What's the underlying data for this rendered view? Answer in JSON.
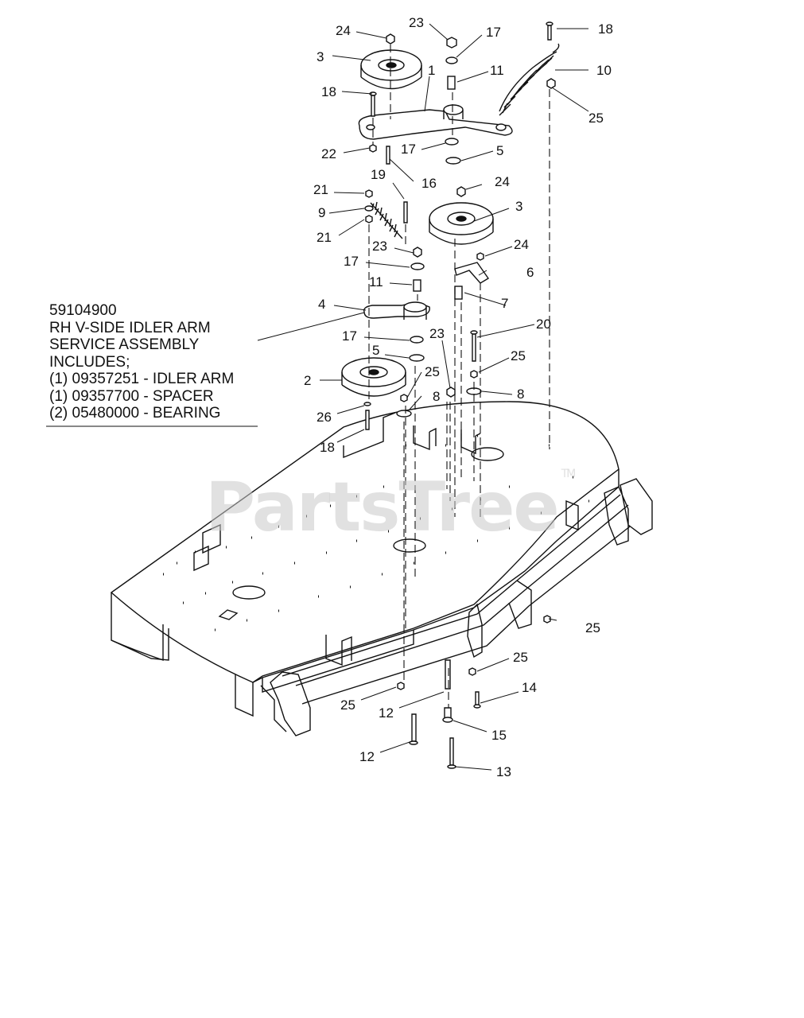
{
  "watermark": {
    "text": "PartsTree",
    "tm": "TM"
  },
  "note": {
    "part_number": "59104900",
    "lines": [
      "RH V-SIDE IDLER ARM",
      "SERVICE ASSEMBLY",
      "INCLUDES;",
      "(1) 09357251 - IDLER ARM",
      "(1) 09357700 - SPACER",
      "(2) 05480000 - BEARING"
    ]
  },
  "callouts": {
    "c24a": "24",
    "c23a": "23",
    "c17a": "17",
    "c18a": "18",
    "c3a": "3",
    "c1": "1",
    "c11a": "11",
    "c10": "10",
    "c18b": "18",
    "c25a": "25",
    "c22": "22",
    "c17b": "17",
    "c5a": "5",
    "c19": "19",
    "c16": "16",
    "c21a": "21",
    "c24b": "24",
    "c9": "9",
    "c3b": "3",
    "c21b": "21",
    "c23b": "23",
    "c24c": "24",
    "c17c": "17",
    "c6": "6",
    "c11b": "11",
    "c7": "7",
    "c4": "4",
    "c20": "20",
    "c17d": "17",
    "c23c": "23",
    "c25b": "25",
    "c5b": "5",
    "c25c": "25",
    "c2": "2",
    "c8a": "8",
    "c8b": "8",
    "c26": "26",
    "c18c": "18",
    "c25d": "25",
    "c25e": "25",
    "c14": "14",
    "c25f": "25",
    "c12a": "12",
    "c15": "15",
    "c12b": "12",
    "c13": "13"
  }
}
